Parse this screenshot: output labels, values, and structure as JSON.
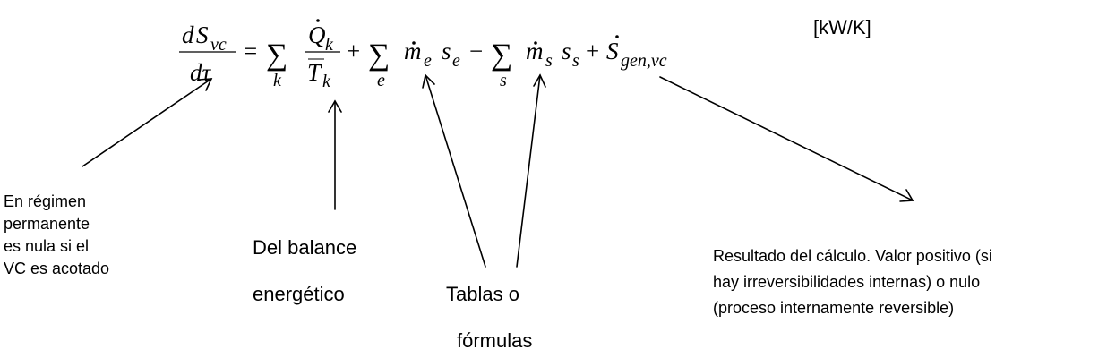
{
  "equation": {
    "lhs_num_d": "d",
    "lhs_num_S": "S",
    "lhs_num_sub": "vc",
    "lhs_den": "dτ",
    "equals": "=",
    "sum": "∑",
    "k": "k",
    "Qdot": "Q",
    "T": "T",
    "e": "e",
    "s": "s",
    "m": "m",
    "Sdot": "S",
    "gen_sub": "gen,vc",
    "plus": "+",
    "minus": "−"
  },
  "units": "[kW/K]",
  "annotations": {
    "steady_state": [
      "En régimen",
      "permanente",
      "es nula si el",
      "VC es acotado"
    ],
    "energy_balance": [
      "Del balance",
      "energético"
    ],
    "tables": [
      "Tablas o",
      "fórmulas"
    ],
    "result": [
      "Resultado del cálculo. Valor positivo (si",
      "hay irreversibilidades internas) o nulo",
      "(proceso internamente reversible)"
    ]
  },
  "colors": {
    "text": "#000000",
    "arrow": "#000000"
  }
}
